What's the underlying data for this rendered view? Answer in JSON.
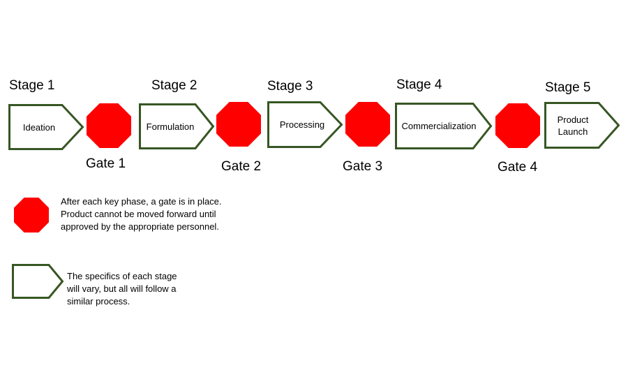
{
  "colors": {
    "stage_border": "#375623",
    "stage_fill": "#ffffff",
    "gate_fill": "#ff0000",
    "text": "#000000"
  },
  "stages": [
    {
      "title": "Stage 1",
      "label": "Ideation"
    },
    {
      "title": "Stage 2",
      "label": "Formulation"
    },
    {
      "title": "Stage 3",
      "label": "Processing"
    },
    {
      "title": "Stage 4",
      "label": "Commercialization"
    },
    {
      "title": "Stage 5",
      "label": "Product\nLaunch"
    }
  ],
  "gates": [
    {
      "label": "Gate 1"
    },
    {
      "label": "Gate 2"
    },
    {
      "label": "Gate 3"
    },
    {
      "label": "Gate 4"
    }
  ],
  "legend": {
    "gate_text": "After each key phase, a gate is in place. Product cannot be moved forward until approved by the appropriate personnel.",
    "stage_text": "The specifics of each stage will vary, but all will follow a similar process."
  }
}
